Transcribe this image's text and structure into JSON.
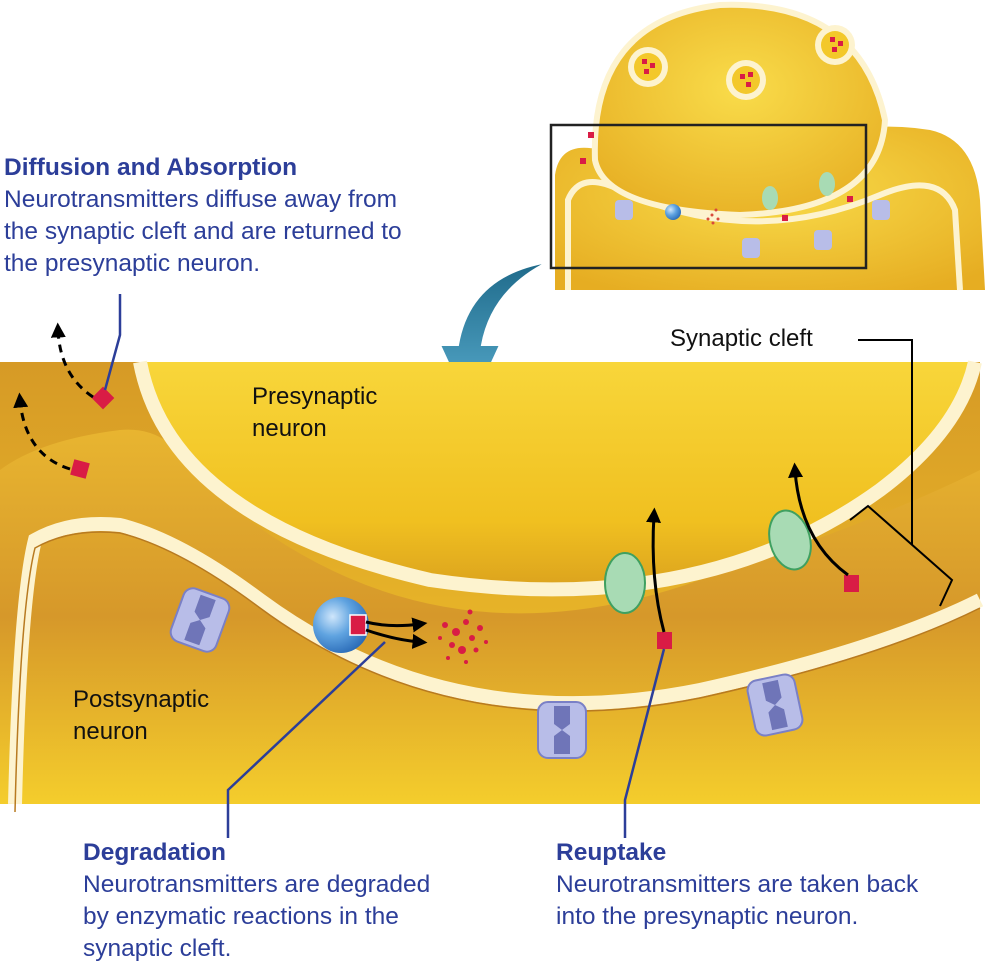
{
  "figure": {
    "labels": {
      "presynaptic": "Presynaptic\nneuron",
      "postsynaptic": "Postsynaptic\nneuron",
      "synaptic_cleft": "Synaptic cleft"
    },
    "captions": {
      "diffusion": {
        "title": "Diffusion and Absorption",
        "text": "Neurotransmitters diffuse away from\nthe synaptic cleft and are returned to\nthe presynaptic neuron."
      },
      "degradation": {
        "title": "Degradation",
        "text": "Neurotransmitters are degraded\nby enzymatic reactions in the\nsynaptic cleft."
      },
      "reuptake": {
        "title": "Reuptake",
        "text": "Neurotransmitters are taken back\ninto the presynaptic neuron."
      }
    },
    "colors": {
      "caption_blue": "#2c3e99",
      "neuron_yellow": "#f2c51e",
      "neuron_dark": "#d08f22",
      "membrane": "#fdf3cf",
      "neurotransmitter": "#d91c45",
      "transporter": "#a8dbb4",
      "receptor": "#b8bde8",
      "enzyme": "#4f96d6",
      "zoom_arrow": "#4a9bbf"
    }
  }
}
